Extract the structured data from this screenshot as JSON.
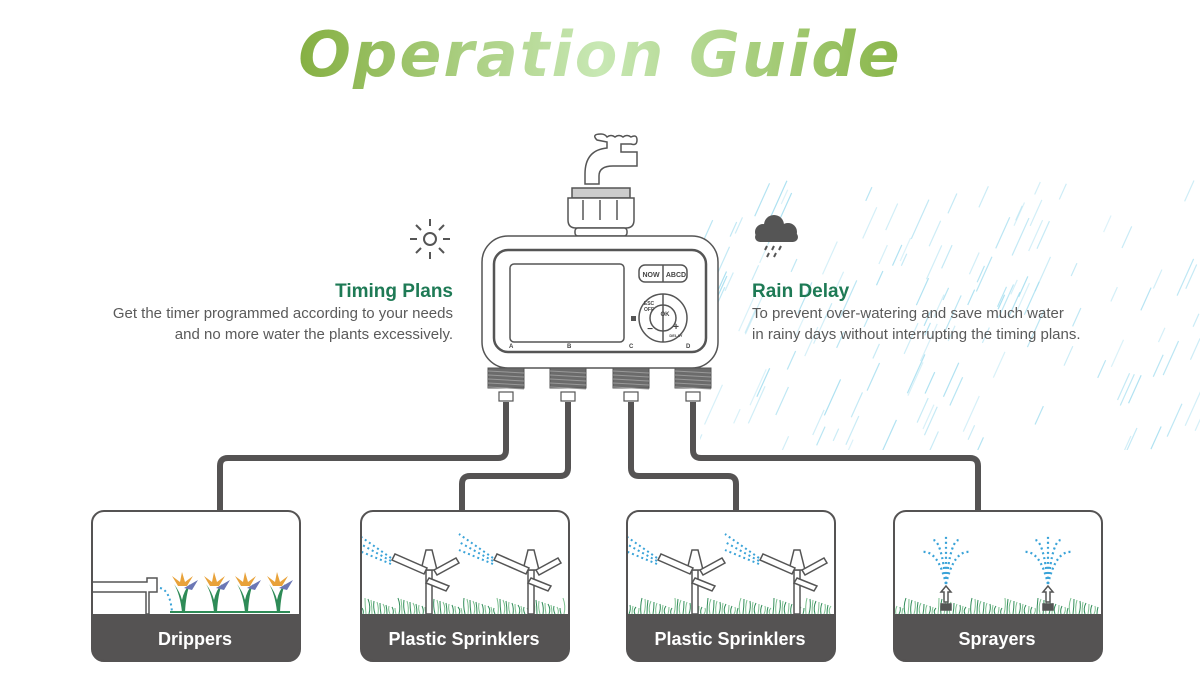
{
  "header": {
    "title": "Operation Guide"
  },
  "features": {
    "timing": {
      "icon": "sun-icon",
      "title": "Timing Plans",
      "line1": "Get the timer programmed according to your needs",
      "line2": "and no more water the plants excessively."
    },
    "rain": {
      "icon": "rain-cloud-icon",
      "title": "Rain Delay",
      "line1": "To prevent over-watering and save much water",
      "line2": "in rainy days without interrupting the timing plans."
    }
  },
  "device": {
    "buttons": {
      "now": "NOW",
      "abcd": "ABCD",
      "esc": "ESC",
      "off": "OFF",
      "ok": "OK",
      "minus": "−",
      "plus": "+",
      "delay": "DELAY"
    },
    "outlets": [
      "A",
      "B",
      "C",
      "D"
    ]
  },
  "panels": [
    {
      "label": "Drippers",
      "type": "drippers"
    },
    {
      "label": "Plastic Sprinklers",
      "type": "sprinklers"
    },
    {
      "label": "Plastic Sprinklers",
      "type": "sprinklers"
    },
    {
      "label": "Sprayers",
      "type": "sprayers"
    }
  ],
  "colors": {
    "title_green": "#7aa535",
    "feature_green": "#1e7a55",
    "panel_dark": "#555353",
    "water_blue": "#3aa3d8",
    "grass_green": "#2e8b57",
    "flower_orange": "#e8a23a"
  }
}
